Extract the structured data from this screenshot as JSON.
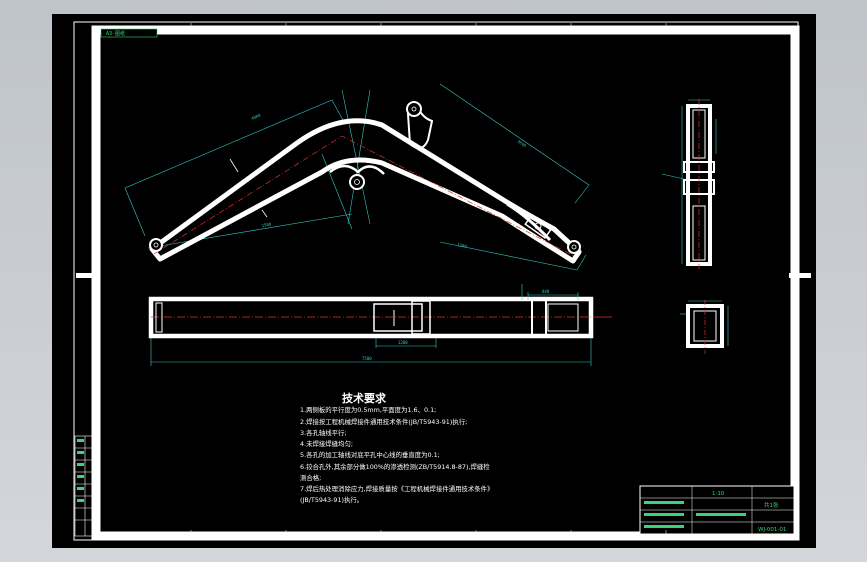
{
  "drawing": {
    "corner_tag": "A3-图纸",
    "notes_heading": "技术要求",
    "notes": [
      "1.两侧板的平行度为0.5mm,平面度为1.6、0.1;",
      "2.焊接按工程机械焊接件通用技术条件(JB/T5943-91)执行;",
      "3.各孔轴线平行;",
      "4.未焊接焊缝均匀;",
      "5.各孔的加工轴线对底平孔中心线的垂直度为0.1;",
      "6.铰合孔外,其余部分做100%的渗透检测(ZB/T5914.8-87),焊缝检",
      "测合格;",
      "7.焊后热处理消除应力,焊接质量按《工程机械焊接件通用技术条件》",
      "(JB/T5943-91)执行。"
    ],
    "title_block": {
      "scale": "1:10",
      "sheet": "共1张",
      "drawing_no": "WJ-001-01"
    },
    "colors": {
      "outline": "#ffffff",
      "centerline": "#e0302a",
      "dimension": "#34c9c6",
      "annotation": "#3cd27a",
      "background": "#000000"
    }
  }
}
